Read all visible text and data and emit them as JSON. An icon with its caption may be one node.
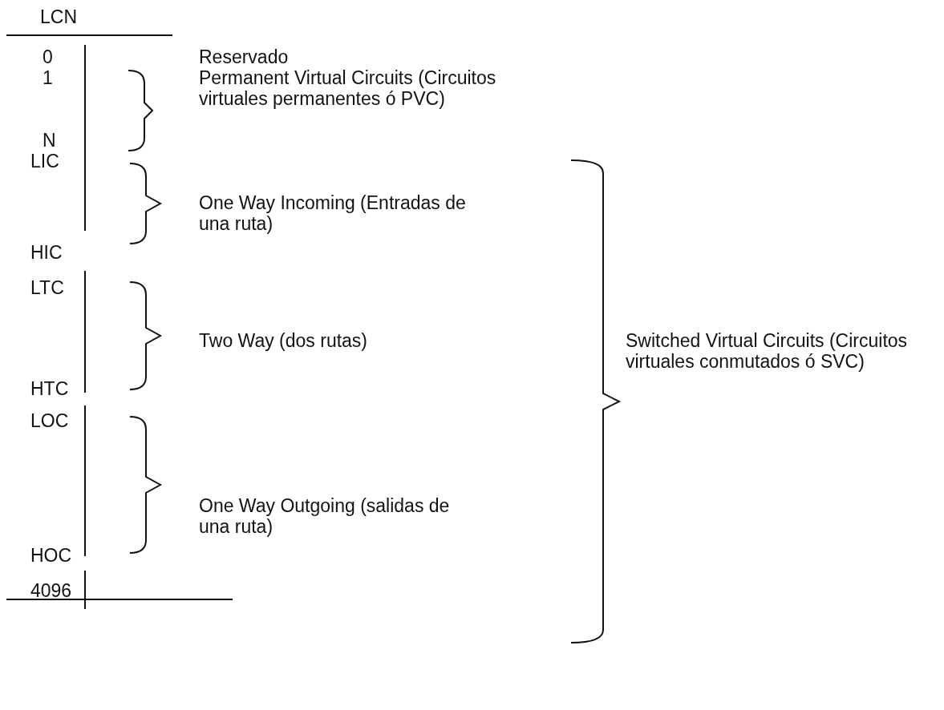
{
  "diagram": {
    "labels": [
      "LCN",
      "0",
      "Reservado",
      "1",
      "Permanent Virtual Circuits (Circuitos virtuales permanentes ó PVC)",
      "N",
      "LIC",
      "One Way Incoming (Entradas de una ruta)",
      "HIC",
      "LTC",
      "Two Way (dos rutas)",
      "HTC",
      "LOC",
      "One Way Outgoing (salidas de una ruta)",
      "HOC",
      "4096",
      "Switched Virtual Circuits (Circuitos virtuales conmutados ó SVC)"
    ]
  }
}
